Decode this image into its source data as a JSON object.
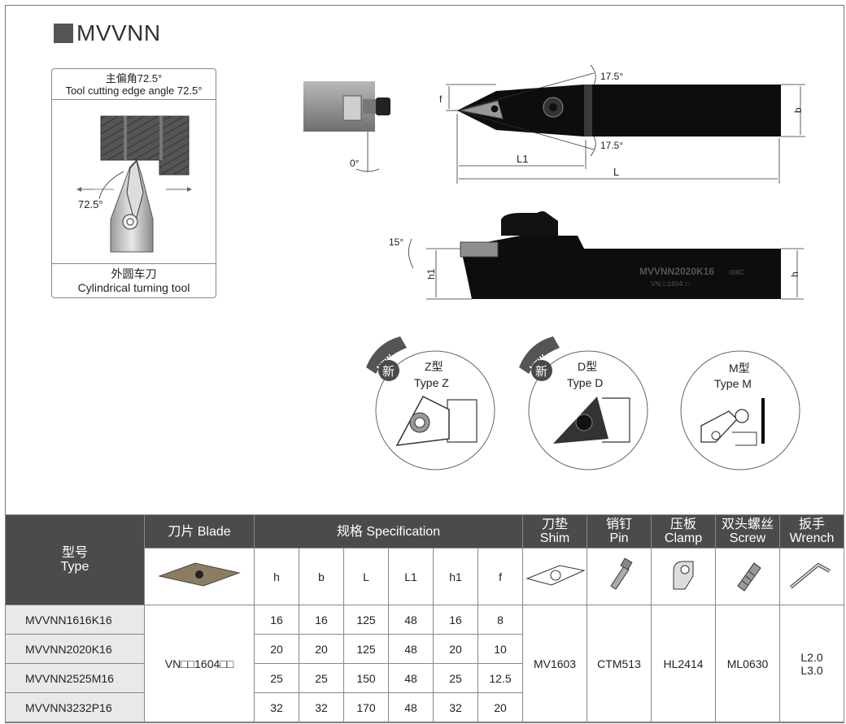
{
  "title": "MVVNN",
  "angle_box": {
    "header_cn": "主偏角72.5°",
    "header_en": "Tool cutting edge angle 72.5°",
    "angle_label": "72.5°",
    "footer_cn": "外圆车刀",
    "footer_en": "Cylindrical turning tool"
  },
  "drawing": {
    "angle_top": "17.5°",
    "angle_bottom": "17.5°",
    "angle_zero": "0°",
    "angle_side": "15°",
    "dim_f": "f",
    "dim_b": "b",
    "dim_L1": "L1",
    "dim_L": "L",
    "dim_h1": "h1",
    "dim_h": "h",
    "marking_main": "MVVNN2020K16",
    "marking_sub": "VN□□1604□□",
    "marking_code": "008C"
  },
  "types": [
    {
      "badge": "NEW",
      "badge_cn": "新",
      "cn": "Z型",
      "en": "Type Z"
    },
    {
      "badge": "NEW",
      "badge_cn": "新",
      "cn": "D型",
      "en": "Type D"
    },
    {
      "cn": "M型",
      "en": "Type M"
    }
  ],
  "table": {
    "headers": {
      "type_cn": "型号",
      "type_en": "Type",
      "blade": "刀片 Blade",
      "spec": "规格 Specification",
      "shim_cn": "刀垫",
      "shim_en": "Shim",
      "pin_cn": "销钉",
      "pin_en": "Pin",
      "clamp_cn": "压板",
      "clamp_en": "Clamp",
      "screw_cn": "双头螺丝",
      "screw_en": "Screw",
      "wrench_cn": "扳手",
      "wrench_en": "Wrench"
    },
    "dim_headers": [
      "h",
      "b",
      "L",
      "L1",
      "h1",
      "f"
    ],
    "rows": [
      {
        "type": "MVVNN1616K16",
        "dims": [
          "16",
          "16",
          "125",
          "48",
          "16",
          "8"
        ]
      },
      {
        "type": "MVVNN2020K16",
        "dims": [
          "20",
          "20",
          "125",
          "48",
          "20",
          "10"
        ]
      },
      {
        "type": "MVVNN2525M16",
        "dims": [
          "25",
          "25",
          "150",
          "48",
          "25",
          "12.5"
        ]
      },
      {
        "type": "MVVNN3232P16",
        "dims": [
          "32",
          "32",
          "170",
          "48",
          "32",
          "20"
        ]
      }
    ],
    "blade": "VN□□1604□□",
    "shim": "MV1603",
    "pin": "CTM513",
    "clamp": "HL2414",
    "screw": "ML0630",
    "wrench_1": "L2.0",
    "wrench_2": "L3.0"
  }
}
